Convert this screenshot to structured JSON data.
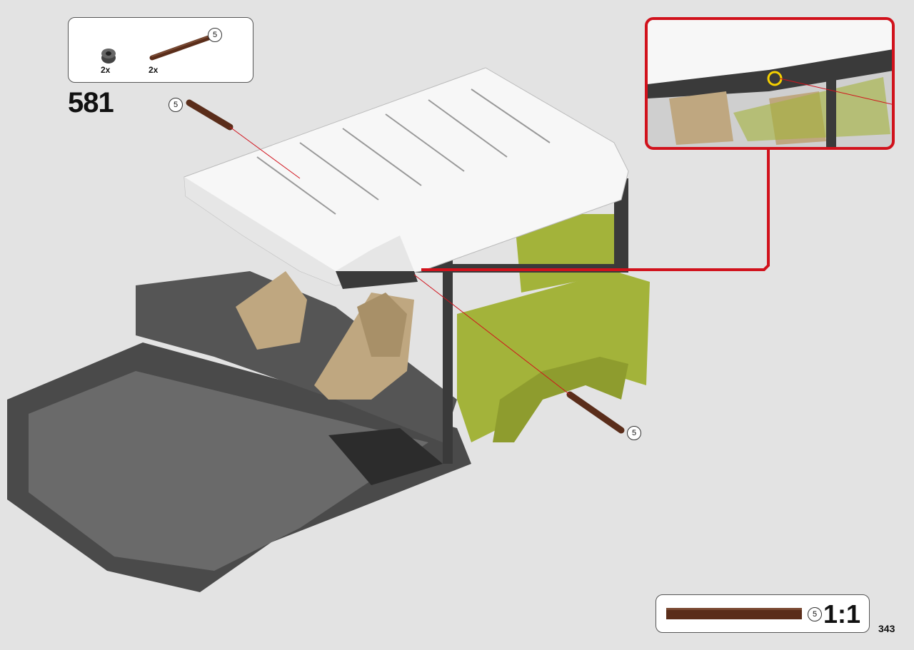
{
  "step": {
    "number": "581"
  },
  "parts_list": {
    "items": [
      {
        "name": "bush",
        "quantity": "2x"
      },
      {
        "name": "axle",
        "quantity": "2x",
        "length": "5"
      }
    ]
  },
  "assembly_labels": {
    "axle_length_top": "5",
    "axle_length_bottom": "5"
  },
  "scale_ruler": {
    "length": "5",
    "label": "1:1"
  },
  "page": {
    "number": "343"
  },
  "colors": {
    "accent": "#d1121c",
    "axle": "#5a2d1a",
    "body_green": "#a3b33a",
    "roof_white": "#f7f7f7",
    "frame_dark": "#3a3a3a",
    "seat_tan": "#bfa780"
  }
}
